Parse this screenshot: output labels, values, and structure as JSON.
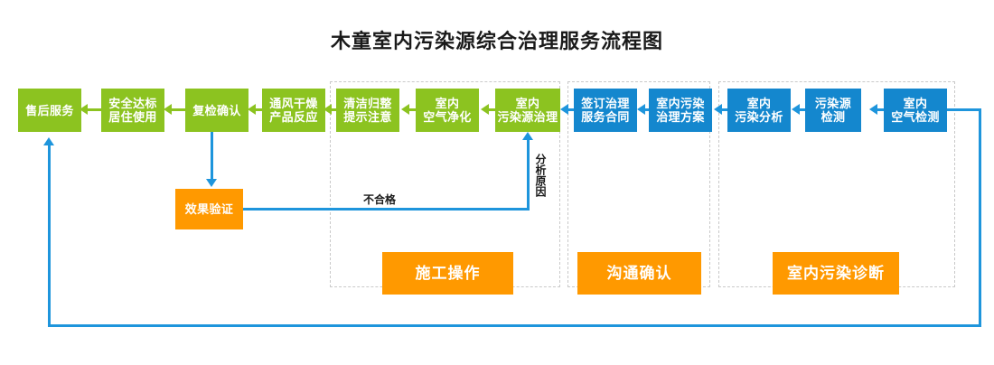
{
  "title": "木童室内污染源综合治理服务流程图",
  "colors": {
    "green": "#8CC320",
    "blue": "#1487CE",
    "orange": "#FF9900",
    "connector": "#1E95DC",
    "group_border": "#c9c9c9",
    "background": "#FFFFFF",
    "label_text": "#1A1A1A"
  },
  "groups": [
    {
      "name": "construction",
      "tag": "施工操作"
    },
    {
      "name": "communication",
      "tag": "沟通确认"
    },
    {
      "name": "diagnosis",
      "tag": "室内污染诊断"
    }
  ],
  "nodes": {
    "aftersales": "售后服务",
    "safe_living": "安全达标\n居住使用",
    "recheck": "复检确认",
    "ventilate_dry": "通风干燥\n产品反应",
    "clean_tidy": "清洁归整\n提示注意",
    "air_purify": "室内\n空气净化",
    "source_treat": "室内\n污染源治理",
    "sign_contract": "签订治理\n服务合同",
    "treat_plan": "室内污染\n治理方案",
    "pollution_analysis": "室内\n污染分析",
    "source_detect": "污染源\n检测",
    "air_detect": "室内\n空气检测",
    "effect_verify": "效果验证"
  },
  "tags": {
    "construction": "施工操作",
    "communication": "沟通确认",
    "diagnosis": "室内污染诊断"
  },
  "labels": {
    "unqualified": "不合格",
    "analyze_cause": "分析原因"
  }
}
